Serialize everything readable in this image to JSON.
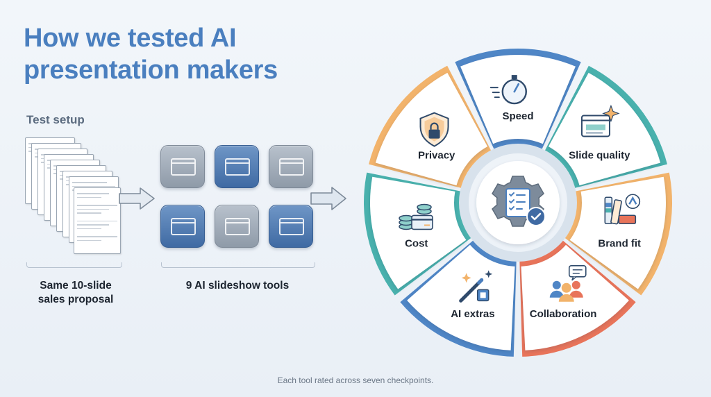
{
  "title": {
    "line1": "How we tested AI",
    "line2": "presentation makers"
  },
  "setup": {
    "label": "Test setup",
    "docs_caption_line1": "Same 10-slide",
    "docs_caption_line2": "sales proposal",
    "tools_caption": "9 AI slideshow tools",
    "tool_colors": [
      "gray",
      "blue",
      "gray",
      "blue",
      "gray",
      "blue"
    ]
  },
  "wheel": {
    "center_icon": "gear-checklist-icon",
    "segments": [
      {
        "id": "speed",
        "label": "Speed",
        "icon": "stopwatch-icon",
        "color": "#4f86c6"
      },
      {
        "id": "slide-quality",
        "label": "Slide quality",
        "icon": "browser-sparkle-icon",
        "color": "#49b1ad"
      },
      {
        "id": "brand-fit",
        "label": "Brand fit",
        "icon": "color-palette-icon",
        "color": "#f2b36b"
      },
      {
        "id": "collaboration",
        "label": "Collaboration",
        "icon": "team-chat-icon",
        "color": "#e8745a"
      },
      {
        "id": "ai-extras",
        "label": "AI extras",
        "icon": "magic-wand-chip-icon",
        "color": "#4f86c6"
      },
      {
        "id": "cost",
        "label": "Cost",
        "icon": "coins-card-icon",
        "color": "#49b1ad"
      },
      {
        "id": "privacy",
        "label": "Privacy",
        "icon": "shield-lock-icon",
        "color": "#f2b36b"
      }
    ]
  },
  "footer": "Each tool rated across seven checkpoints."
}
